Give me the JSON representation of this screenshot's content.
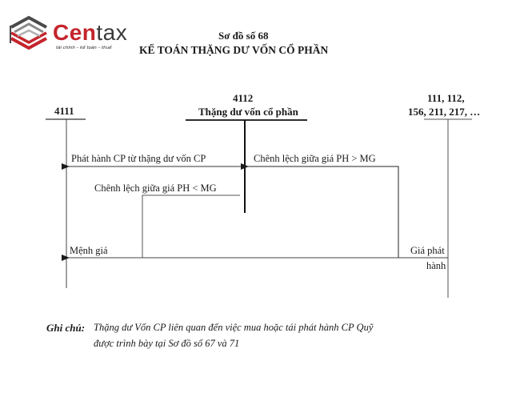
{
  "logo": {
    "brand_part1": "Cen",
    "brand_part2": "tax",
    "tagline": "tài chính – kế toán – thuế",
    "colors": {
      "red": "#c4242b",
      "gray": "#3a3a3a"
    }
  },
  "header": {
    "diagram_number": "Sơ đồ số 68",
    "title": "KẾ TOÁN THẶNG DƯ VỐN CỔ PHẦN"
  },
  "accounts": {
    "left": {
      "code": "4111"
    },
    "center": {
      "code": "4112",
      "name": "Thặng dư vốn cổ phần"
    },
    "right": {
      "line1": "111, 112,",
      "line2": "156, 211, 217, …"
    }
  },
  "flows": {
    "issue_from_surplus": "Phát hành CP từ thặng dư vốn CP",
    "diff_greater": "Chênh lệch giữa giá PH > MG",
    "diff_less": "Chênh lệch giữa giá PH < MG",
    "par_value": "Mệnh giá",
    "issue_price_line1": "Giá phát",
    "issue_price_line2": "hành"
  },
  "note": {
    "label": "Ghi chú:",
    "line1": "Thặng dư Vốn CP liên quan đến việc mua hoặc tái phát hành CP Quỹ",
    "line2": "được trình bày tại Sơ đồ số 67 và 71"
  }
}
